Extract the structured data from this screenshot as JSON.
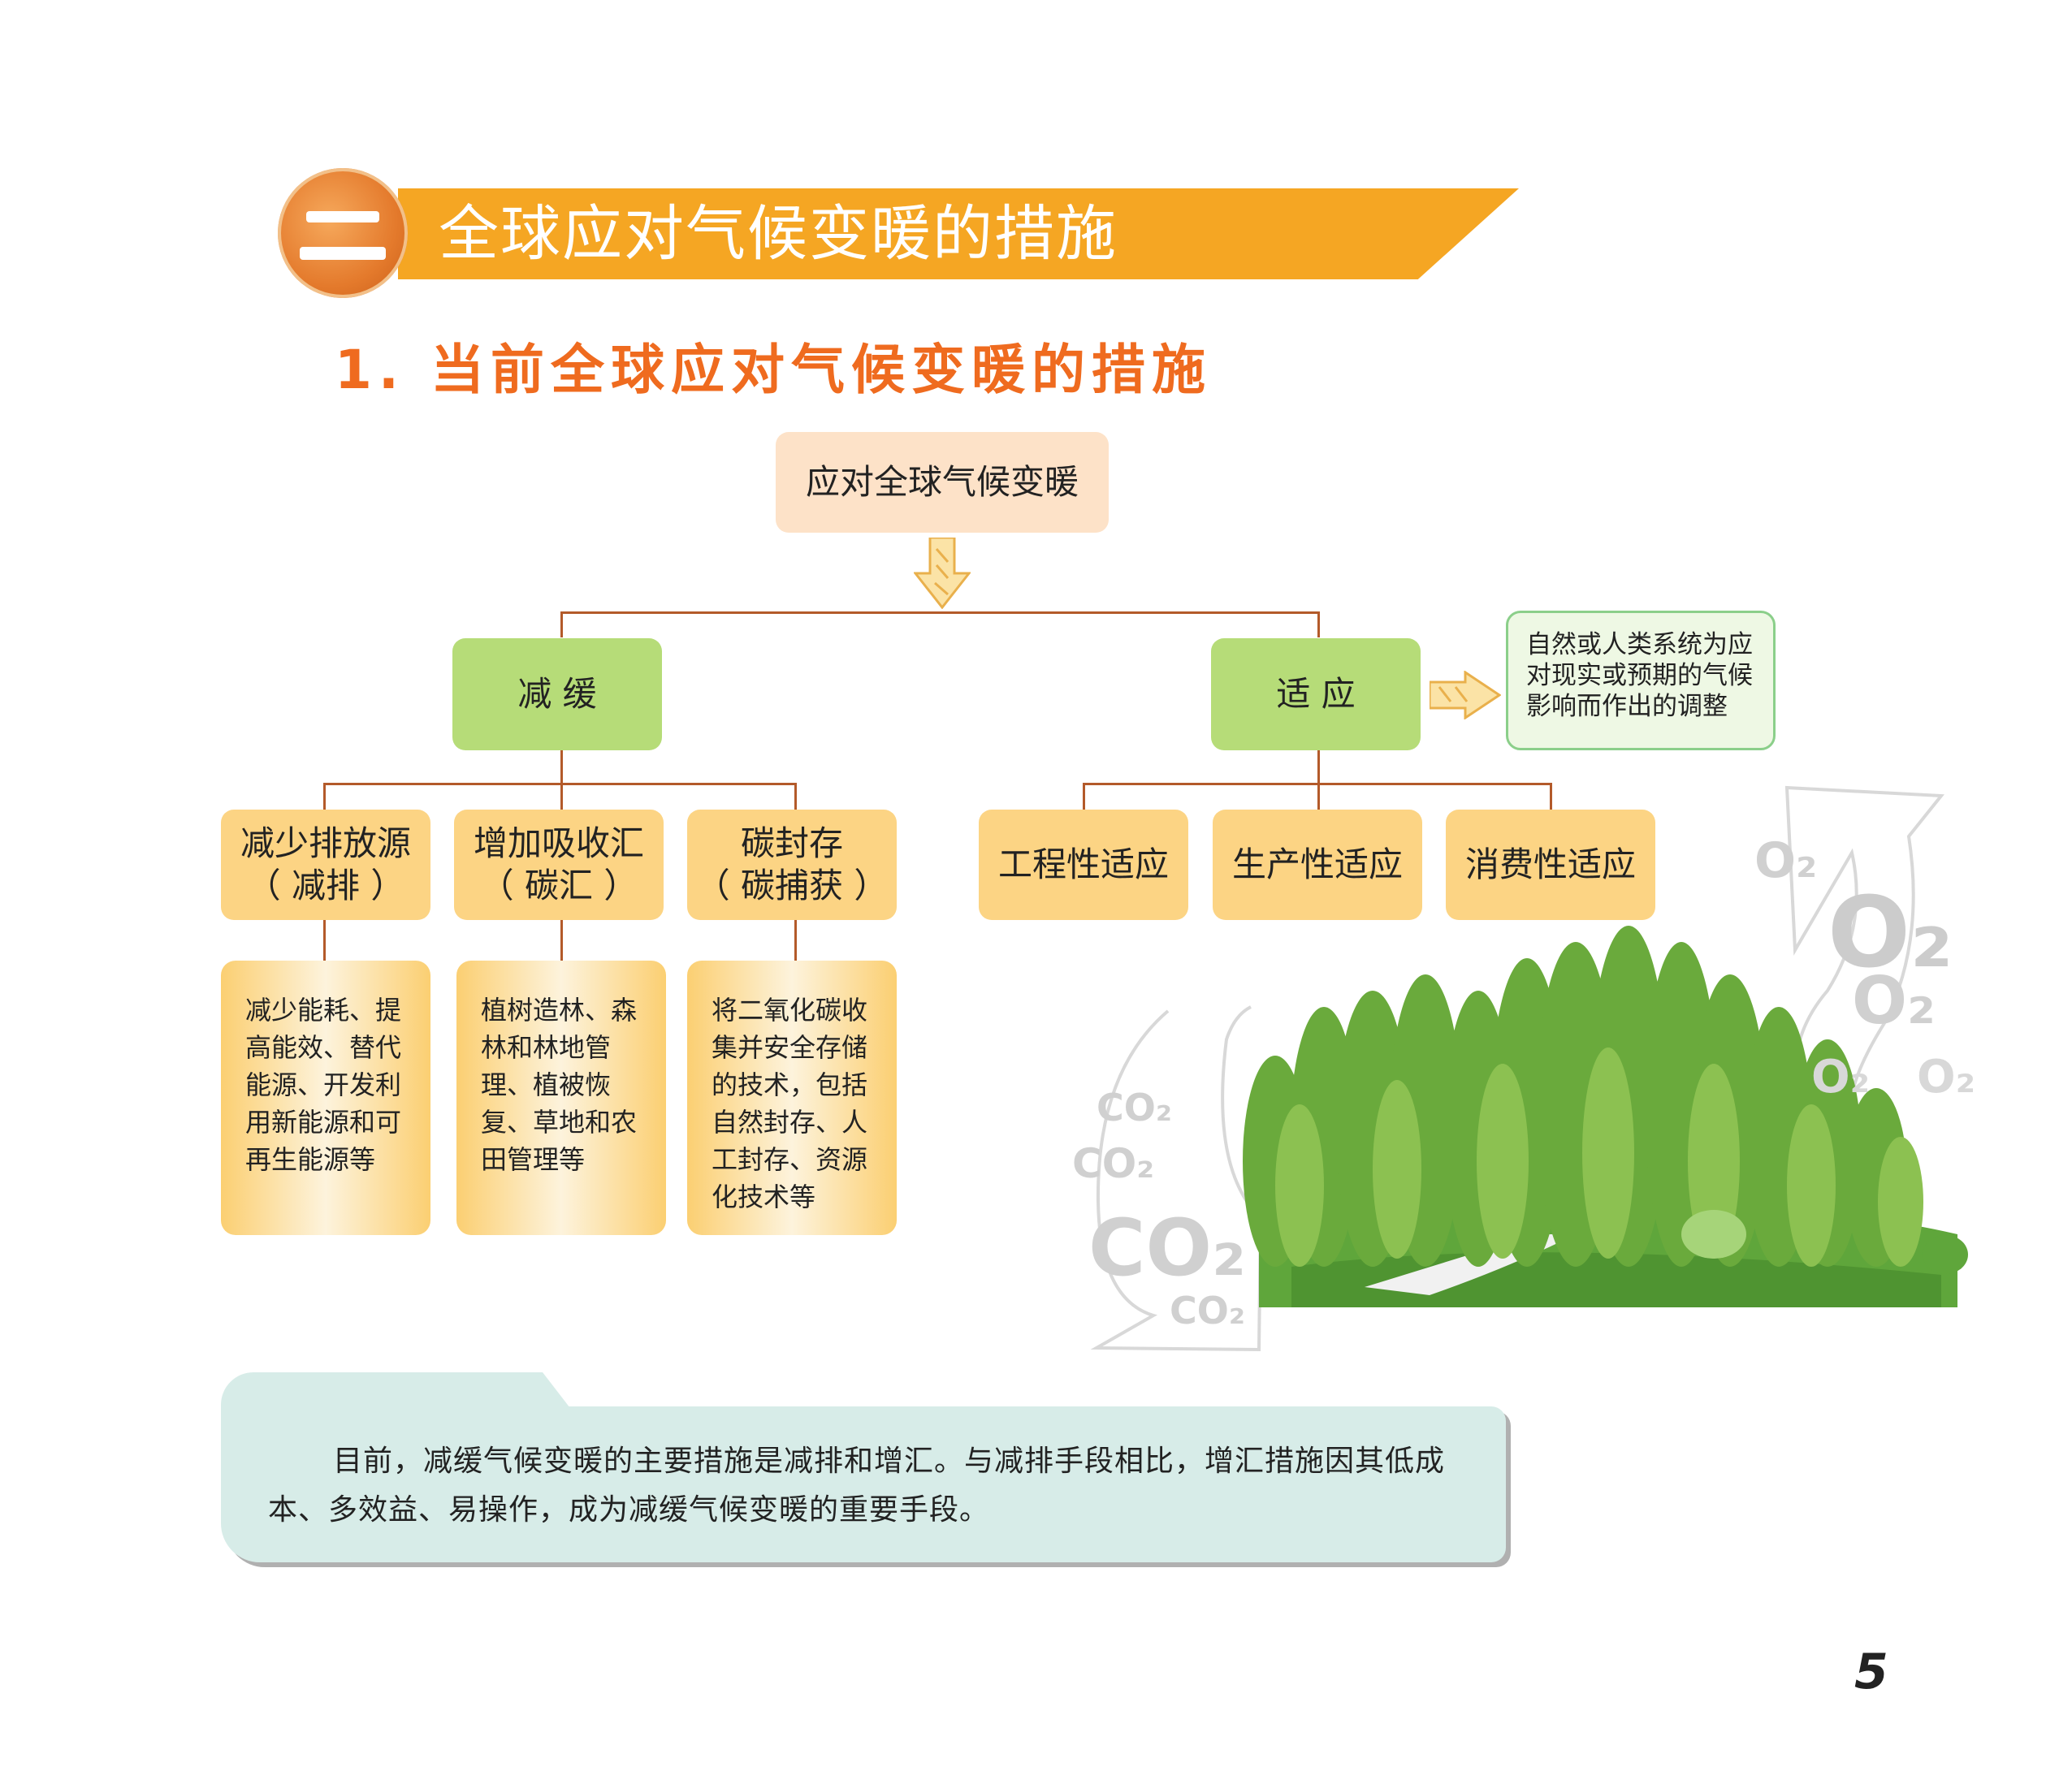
{
  "header": {
    "title": "全球应对气候变暖的措施",
    "section_icon": "chapter-two-badge-icon"
  },
  "subtitle": "1. 当前全球应对气候变暖的措施",
  "diagram": {
    "root": "应对全球气候变暖",
    "mitigation": {
      "label": "减 缓",
      "children": [
        {
          "title_line1": "减少排放源",
          "title_line2": "（ 减排 ）",
          "detail": "减少能耗、提高能效、替代能源、开发利用新能源和可再生能源等"
        },
        {
          "title_line1": "增加吸收汇",
          "title_line2": "（ 碳汇 ）",
          "detail": "植树造林、森林和林地管理、植被恢复、草地和农田管理等"
        },
        {
          "title_line1": "碳封存",
          "title_line2": "（ 碳捕获 ）",
          "detail": "将二氧化碳收集并安全存储的技术，包括自然封存、人工封存、资源化技术等"
        }
      ]
    },
    "adaptation": {
      "label": "适 应",
      "definition": "自然或人类系统为应对现实或预期的气候影响而作出的调整",
      "children": [
        "工程性适应",
        "生产性适应",
        "消费性适应"
      ]
    }
  },
  "illustration": {
    "co2_labels": [
      "CO2",
      "CO2",
      "CO2",
      "CO2"
    ],
    "o2_labels": [
      "O2",
      "O2",
      "O2",
      "O2",
      "O2"
    ]
  },
  "note": {
    "text": "目前，减缓气候变暖的主要措施是减排和增汇。与减排手段相比，增汇措施因其低成本、多效益、易操作，成为减缓气候变暖的重要手段。"
  },
  "page_number": "5",
  "colors": {
    "banner": "#f5a623",
    "subtitle": "#ef6b1f",
    "green_box": "#b6dc78",
    "yellow_box": "#fcd484",
    "peach_box": "#fde2c8"
  }
}
